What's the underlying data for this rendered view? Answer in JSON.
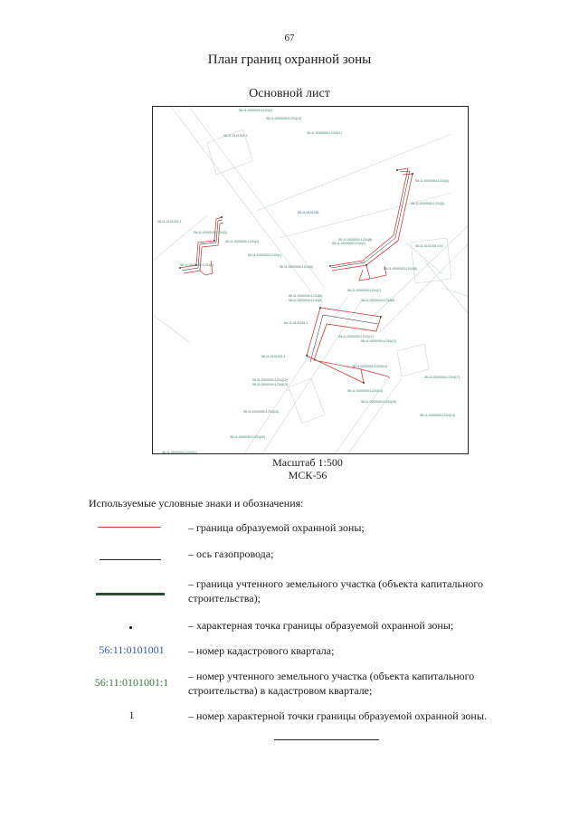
{
  "page": {
    "number": "67",
    "title": "План границ охранной зоны",
    "subtitle": "Основной лист"
  },
  "map": {
    "scale": "Масштаб 1:500",
    "coordinate_system": "МСК-56",
    "labels": [
      "56:11:0000000:1234(1)",
      "56:11:0000000:1234(15)",
      "56:11:0000000:1234(11)",
      "56:11:0101001:1",
      "56:11:0101001:1",
      "56:11:0000000:1234(2)",
      "56:11:0000000:1234(4)",
      "56:11:0000000:1234(1)",
      "56:11:0000000:1234(3)",
      "56:11:0000000:1234(5)",
      "56:11:0101001",
      "56:11:0000000:1234(4)",
      "56:11:0000000:1234(3)",
      "56:11:0101001:113",
      "56:11:0000000:1234(8)",
      "56:11:0000000:1234(2)",
      "56:11:0000000:1234(5)",
      "56:11:0000000:1234(7)",
      "56:11:0000000:1234(8)",
      "56:11:0000000:1234(6)",
      "56:11:0000000:1234(9)",
      "56:11:0101001:1",
      "56:11:0000000:1234(11)",
      "56:11:0000000:1234(12)",
      "56:11:0101001:1",
      "56:11:0000000:1234(10)",
      "56:11:0000000:1234(12)",
      "56:11:0000000:1234(13)",
      "56:11:0000000:1234(14)",
      "56:11:0000000:1234(16)",
      "56:11:0000000:1234(17)",
      "56:11:0000000:1234(18)",
      "56:11:0000000:1234(19)",
      "56:11:0000000:1234(20)",
      "56:11:0000000:1234(21)"
    ]
  },
  "legend": {
    "heading": "Используемые условные знаки и обозначения:",
    "items": [
      {
        "symbol": "",
        "text": "– граница образуемой охранной зоны;"
      },
      {
        "symbol": "",
        "text": "– ось газопровода;"
      },
      {
        "symbol": "",
        "text": "– граница учтенного земельного участка (объекта капитального строительства);"
      },
      {
        "symbol": "",
        "text": "– характерная точка границы образуемой охранной зоны;"
      },
      {
        "symbol": "56:11:0101001",
        "text": "– номер кадастрового квартала;"
      },
      {
        "symbol": "56:11:0101001:1",
        "text": "– номер учтенного земельного участка (объекта капитального строительства) в кадастровом квартале;"
      },
      {
        "symbol": "1",
        "text": "– номер характерной точки границы образуемой охранной зоны."
      }
    ]
  },
  "colors": {
    "zone_boundary": "#d33a3a",
    "gas_axis": "#222222",
    "parcel_boundary": "#2e4b33",
    "quarter_number": "#2f5aa8",
    "parcel_number": "#3a7a3a"
  }
}
